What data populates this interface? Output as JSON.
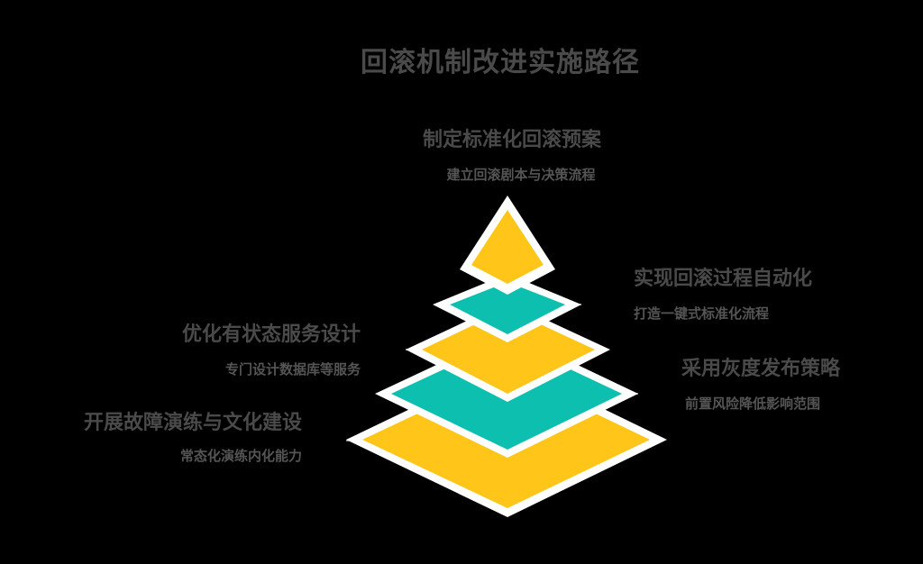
{
  "title": "回滚机制改进实施路径",
  "colors": {
    "background": "#000000",
    "yellow": "#FFC519",
    "teal": "#0DBFAF",
    "border": "#FFFFFF",
    "text": "#4A4A4A",
    "connector": "#B0B0B0"
  },
  "layers": [
    {
      "level": 1,
      "position": "top",
      "shape": "triangle",
      "color": "yellow",
      "heading": "制定标准化回滚预案",
      "sub": "建立回滚剧本与决策流程",
      "label_side": "top"
    },
    {
      "level": 2,
      "shape": "diamond",
      "color": "teal",
      "heading": "实现回滚过程自动化",
      "sub": "打造一键式标准化流程",
      "label_side": "right"
    },
    {
      "level": 3,
      "shape": "diamond",
      "color": "yellow",
      "heading": "优化有状态服务设计",
      "sub": "专门设计数据库等服务",
      "label_side": "left"
    },
    {
      "level": 4,
      "shape": "diamond",
      "color": "teal",
      "heading": "采用灰度发布策略",
      "sub": "前置风险降低影响范围",
      "label_side": "right"
    },
    {
      "level": 5,
      "position": "bottom",
      "shape": "diamond",
      "color": "yellow",
      "heading": "开展故障演练与文化建设",
      "sub": "常态化演练内化能力",
      "label_side": "left"
    }
  ]
}
